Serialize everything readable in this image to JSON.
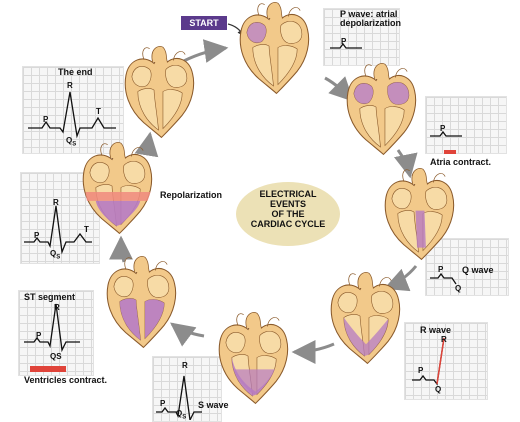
{
  "title_lines": [
    "ELECTRICAL",
    "EVENTS",
    "OF THE",
    "CARDIAC CYCLE"
  ],
  "start_label": "START",
  "stages": {
    "p_wave": {
      "caption": "P wave: atrial depolarization",
      "marks": {
        "p": "P"
      }
    },
    "atria_contract": {
      "caption": "Atria contract.",
      "marks": {
        "p": "P"
      }
    },
    "q_wave": {
      "caption": "Q wave",
      "marks": {
        "p": "P",
        "q": "Q"
      }
    },
    "r_wave": {
      "caption": "R wave",
      "marks": {
        "p": "P",
        "q": "Q",
        "r": "R"
      }
    },
    "s_wave": {
      "caption": "S wave",
      "marks": {
        "p": "P",
        "r": "R",
        "qs": "Q",
        "qs_sub": "S"
      }
    },
    "st_segment": {
      "caption": "ST segment",
      "marks": {
        "p": "P",
        "r": "R",
        "qs": "QS"
      },
      "footer": "Ventricles contract."
    },
    "repolarization": {
      "caption": "Repolarization",
      "marks": {
        "p": "P",
        "r": "R",
        "t": "T",
        "q": "Q",
        "q_sub": "S"
      }
    },
    "the_end": {
      "caption": "The end",
      "marks": {
        "p": "P",
        "r": "R",
        "t": "T",
        "q": "Q",
        "q_sub": "S"
      }
    }
  },
  "colors": {
    "heart_muscle": "#f2c98a",
    "heart_outline": "#8a5a2b",
    "chamber": "#f7dba6",
    "depolarized": "#b67ac2",
    "repolarization_band": "#f08a7e",
    "arrow": "#8c8c8c",
    "ecg_trace": "#111111",
    "highlight": "#e0443a",
    "start_bg": "#5b3a8c",
    "center_oval": "#ece1b6"
  }
}
